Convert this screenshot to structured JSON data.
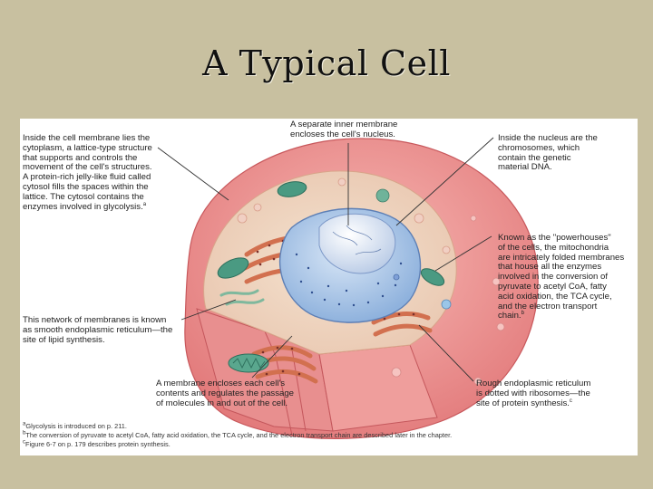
{
  "slide": {
    "title": "A Typical Cell"
  },
  "figure": {
    "labels": {
      "cytoplasm": "Inside the cell membrane lies the\ncytoplasm, a lattice-type structure\nthat supports and controls the\nmovement of the cell's structures.\nA protein-rich jelly-like fluid called\ncytosol fills the spaces within the\nlattice. The cytosol contains the\nenzymes involved in glycolysis.",
      "cytoplasm_sup": "a",
      "inner_membrane": "A separate inner membrane\nencloses the cell's nucleus.",
      "nucleus": "Inside the nucleus are the\nchromosomes, which\ncontain the genetic\nmaterial DNA.",
      "mitochondria": "Known as the \"powerhouses\"\nof the cells, the mitochondria\nare intricately folded membranes\nthat house all the enzymes\ninvolved in the conversion of\npyruvate to acetyl CoA, fatty\nacid oxidation, the TCA cycle,\nand the electron transport\nchain.",
      "mitochondria_sup": "b",
      "smooth_er": "This network of membranes is known\nas smooth endoplasmic reticulum—the\nsite of lipid synthesis.",
      "cell_membrane": "A membrane encloses each cell's\ncontents and regulates the passage\nof molecules in and out of the cell.",
      "rough_er": "Rough endoplasmic reticulum\nis dotted with ribosomes—the\nsite of protein synthesis.",
      "rough_er_sup": "c"
    },
    "footnotes": [
      {
        "mark": "a",
        "text": "Glycolysis is introduced on p. 211."
      },
      {
        "mark": "b",
        "text": "The conversion of pyruvate to acetyl CoA, fatty acid oxidation, the TCA cycle, and the electron transport chain are described later in the chapter."
      },
      {
        "mark": "c",
        "text": "Figure 6-7 on p. 179 describes protein synthesis."
      }
    ]
  }
}
